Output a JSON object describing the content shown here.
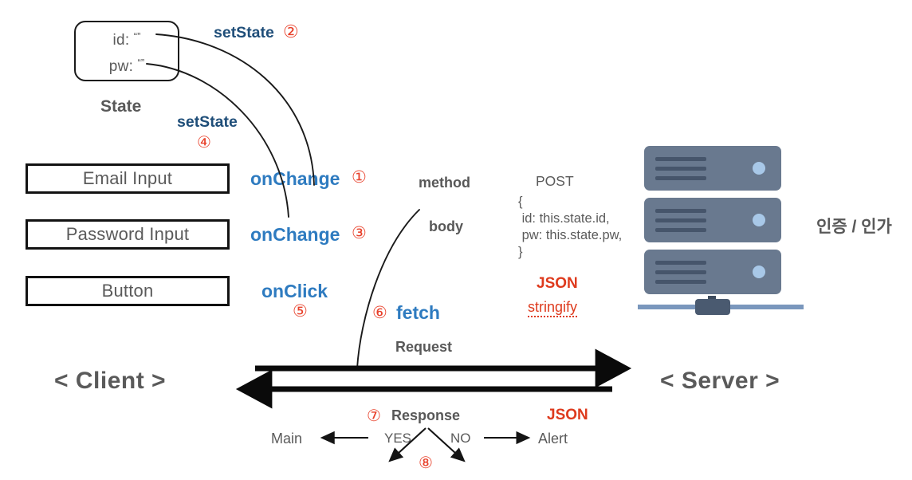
{
  "diagram": {
    "title_left": "< Client >",
    "title_right": "< Server >",
    "state": {
      "label": "State",
      "rows": [
        {
          "key": "id:",
          "value": "“”"
        },
        {
          "key": "pw:",
          "value": "“”"
        }
      ]
    },
    "client_fields": [
      {
        "label": "Email Input"
      },
      {
        "label": "Password Input"
      },
      {
        "label": "Button"
      }
    ],
    "handlers": [
      {
        "label": "onChange",
        "step": "①"
      },
      {
        "label": "onChange",
        "step": "③"
      },
      {
        "label": "onClick",
        "step": "⑤"
      }
    ],
    "set_state": [
      {
        "label": "setState",
        "step": "②"
      },
      {
        "label": "setState",
        "step": "④"
      }
    ],
    "fetch": {
      "label": "fetch",
      "step": "⑥"
    },
    "fetch_options": {
      "method_key": "method",
      "method_value": "POST",
      "body_key": "body",
      "body_value": "{\n id: this.state.id,\n pw: this.state.pw,\n}",
      "json": "JSON",
      "stringify": "stringify"
    },
    "transport": {
      "request_label": "Request",
      "response_label": "Response",
      "response_step": "⑦",
      "response_format": "JSON"
    },
    "branch": {
      "step": "⑧",
      "yes_label": "YES",
      "no_label": "NO",
      "yes_target": "Main",
      "no_target": "Alert"
    },
    "server": {
      "caption": "인증 / 인가",
      "rack_count": 3,
      "lines_per_rack": 3
    },
    "colors": {
      "navy": "#1f4e79",
      "blue": "#2e7bc0",
      "red": "#de3a1d",
      "circle_num_red": "#e8402a",
      "grey_text": "#5a5a5a",
      "outline_black": "#121212",
      "server_body": "#69798f",
      "server_line": "#46556b",
      "server_dot": "#a8c8e8",
      "server_base": "#7a97bd",
      "server_plug": "#4a5a70"
    }
  }
}
